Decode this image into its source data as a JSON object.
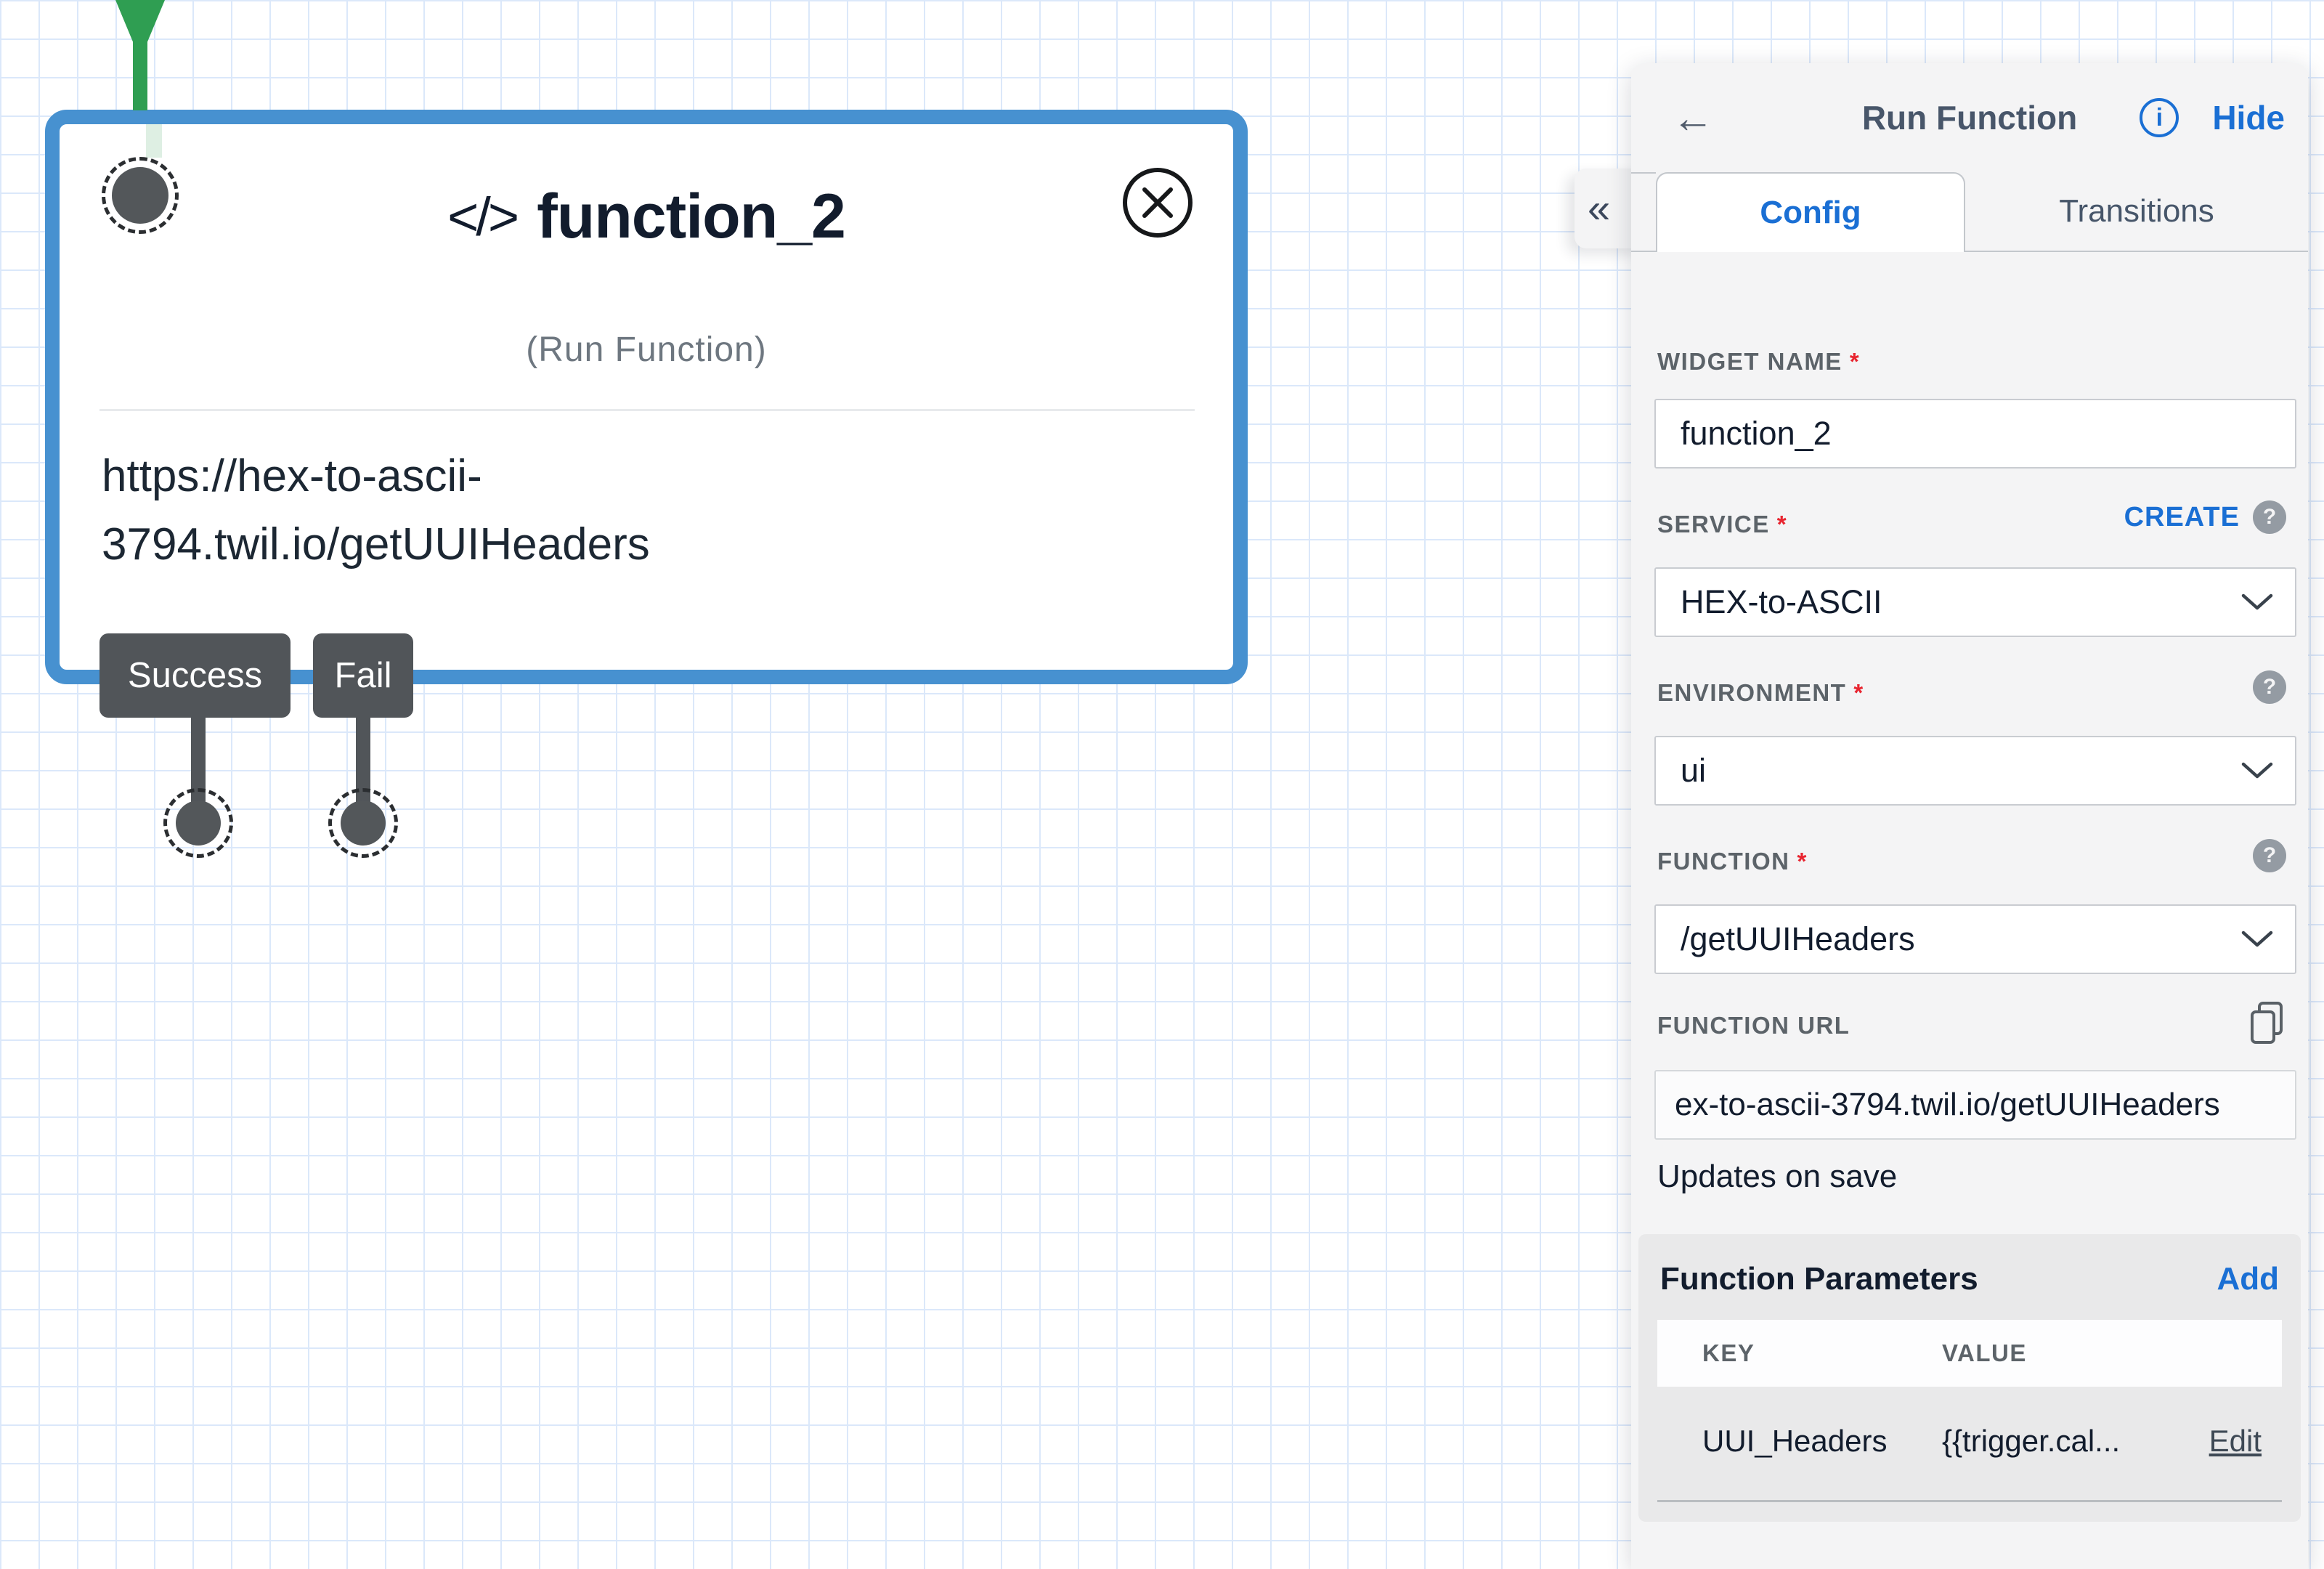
{
  "canvas": {
    "widget": {
      "code_glyph": "</>",
      "title": "function_2",
      "type_label": "(Run Function)",
      "url_line1": "https://hex-to-ascii-",
      "url_line2": "3794.twil.io/getUUIHeaders",
      "transitions": {
        "success": "Success",
        "fail": "Fail"
      }
    }
  },
  "panel": {
    "collapse_glyph": "«",
    "header": {
      "back_glyph": "←",
      "title": "Run Function",
      "info_glyph": "i",
      "hide_label": "Hide"
    },
    "tabs": [
      {
        "label": "Config",
        "active": true
      },
      {
        "label": "Transitions",
        "active": false
      }
    ],
    "fields": {
      "widget_name": {
        "label": "WIDGET NAME",
        "required": "*",
        "value": "function_2"
      },
      "service": {
        "label": "SERVICE",
        "required": "*",
        "action": "CREATE",
        "help_glyph": "?",
        "value": "HEX-to-ASCII"
      },
      "environment": {
        "label": "ENVIRONMENT",
        "required": "*",
        "help_glyph": "?",
        "value": "ui"
      },
      "function": {
        "label": "FUNCTION",
        "required": "*",
        "help_glyph": "?",
        "value": "/getUUIHeaders"
      },
      "function_url": {
        "label": "FUNCTION URL",
        "value": "ex-to-ascii-3794.twil.io/getUUIHeaders",
        "note": "Updates on save"
      }
    },
    "parameters": {
      "title": "Function Parameters",
      "add_label": "Add",
      "columns": {
        "key": "KEY",
        "value": "VALUE"
      },
      "rows": [
        {
          "key": "UUI_Headers",
          "value": "{{trigger.cal...",
          "action": "Edit"
        }
      ]
    }
  },
  "colors": {
    "accent_blue": "#1a6fd4",
    "selection_blue": "#4791d0",
    "connector_green": "#2f9e52",
    "node_gray": "#53575a",
    "required_red": "#e8242f",
    "panel_bg": "#f4f4f5",
    "params_bg": "#e9e9ea",
    "canvas_grid": "#dbe8fa"
  }
}
